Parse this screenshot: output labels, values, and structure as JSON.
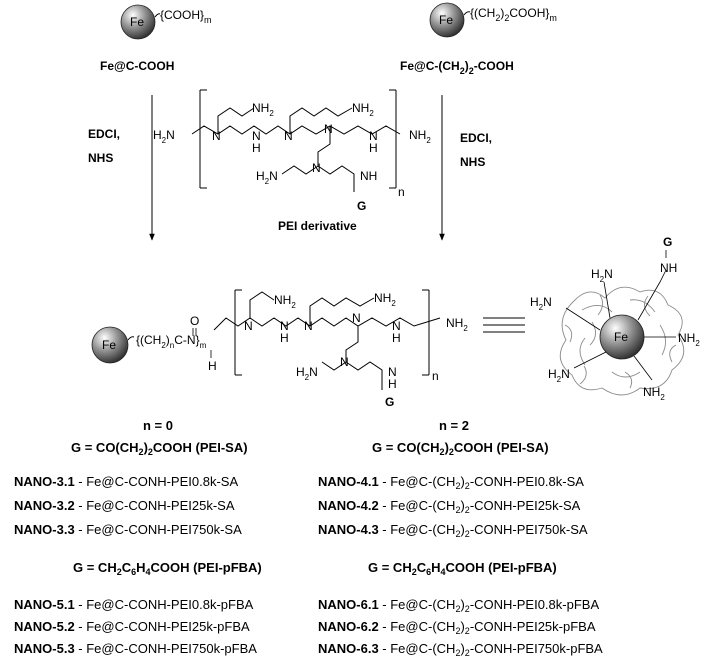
{
  "top": {
    "left_group_label": "{COOH}",
    "left_group_sub": "m",
    "left_name": "Fe@C-COOH",
    "right_group_label": "{(CH",
    "right_group_mid": ")",
    "right_group_end": "COOH}",
    "right_group_sub1": "2",
    "right_group_sub2": "2",
    "right_group_sub_m": "m",
    "right_name_pre": "Fe@C-(CH",
    "right_name_mid": ")",
    "right_name_post": "-COOH",
    "right_name_sub1": "2",
    "right_name_sub2": "2"
  },
  "reagents": {
    "left_line1": "EDCI,",
    "left_line2": "NHS",
    "right_line1": "EDCI,",
    "right_line2": "NHS"
  },
  "sphere_label": "Fe",
  "pei_label": "PEI derivative",
  "atoms": {
    "nh2": "NH",
    "nh2_sub": "2",
    "h2n": "H",
    "h2n_sub": "2",
    "h2n_n": "N",
    "n": "N",
    "h": "H",
    "g": "G",
    "nh": "NH",
    "o": "O",
    "c": "C",
    "n_sub": "n",
    "m_sub": "m"
  },
  "product_left": {
    "prefix": "{(CH",
    "mid": ")",
    "sub1": "2",
    "sub_n": "n"
  },
  "conditions": {
    "left_n": "n = 0",
    "right_n": "n = 2",
    "sa_left": "G = CO(CH",
    "sa_mid": ")",
    "sa_post": "COOH (PEI-SA)",
    "sa_sub": "2",
    "pfba_pre": "G = CH",
    "pfba_c": "C",
    "pfba_h": "H",
    "pfba_post": "COOH (PEI-pFBA)",
    "pfba_sub2": "2",
    "pfba_sub6": "6",
    "pfba_sub4": "4"
  },
  "nano_left_sa": [
    {
      "code": "NANO-3.1",
      "desc": " - Fe@C-CONH-PEI0.8k-SA"
    },
    {
      "code": "NANO-3.2",
      "desc": " - Fe@C-CONH-PEI25k-SA"
    },
    {
      "code": "NANO-3.3",
      "desc": " - Fe@C-CONH-PEI750k-SA"
    }
  ],
  "nano_right_sa": [
    {
      "code": "NANO-4.1",
      "pre": " - Fe@C-(CH",
      "mid": ")",
      "post": "-CONH-PEI0.8k-SA",
      "s1": "2",
      "s2": "2"
    },
    {
      "code": "NANO-4.2",
      "pre": " - Fe@C-(CH",
      "mid": ")",
      "post": "-CONH-PEI25k-SA",
      "s1": "2",
      "s2": "2"
    },
    {
      "code": "NANO-4.3",
      "pre": " - Fe@C-(CH",
      "mid": ")",
      "post": "-CONH-PEI750k-SA",
      "s1": "2",
      "s2": "2"
    }
  ],
  "nano_left_pfba": [
    {
      "code": "NANO-5.1",
      "desc": " - Fe@C-CONH-PEI0.8k-pFBA"
    },
    {
      "code": "NANO-5.2",
      "desc": " - Fe@C-CONH-PEI25k-pFBA"
    },
    {
      "code": "NANO-5.3",
      "desc": " - Fe@C-CONH-PEI750k-pFBA"
    }
  ],
  "nano_right_pfba": [
    {
      "code": "NANO-6.1",
      "pre": " - Fe@C-(CH",
      "mid": ")",
      "post": "-CONH-PEI0.8k-pFBA",
      "s1": "2",
      "s2": "2"
    },
    {
      "code": "NANO-6.2",
      "pre": " - Fe@C-(CH",
      "mid": ")",
      "post": "-CONH-PEI25k-pFBA",
      "s1": "2",
      "s2": "2"
    },
    {
      "code": "NANO-6.3",
      "pre": " - Fe@C-(CH",
      "mid": ")",
      "post": "-CONH-PEI750k-pFBA",
      "s1": "2",
      "s2": "2"
    }
  ],
  "colors": {
    "sphere_light": "#ffffff",
    "sphere_dark": "#3a3a3a",
    "coating": "#8c8c8c"
  }
}
